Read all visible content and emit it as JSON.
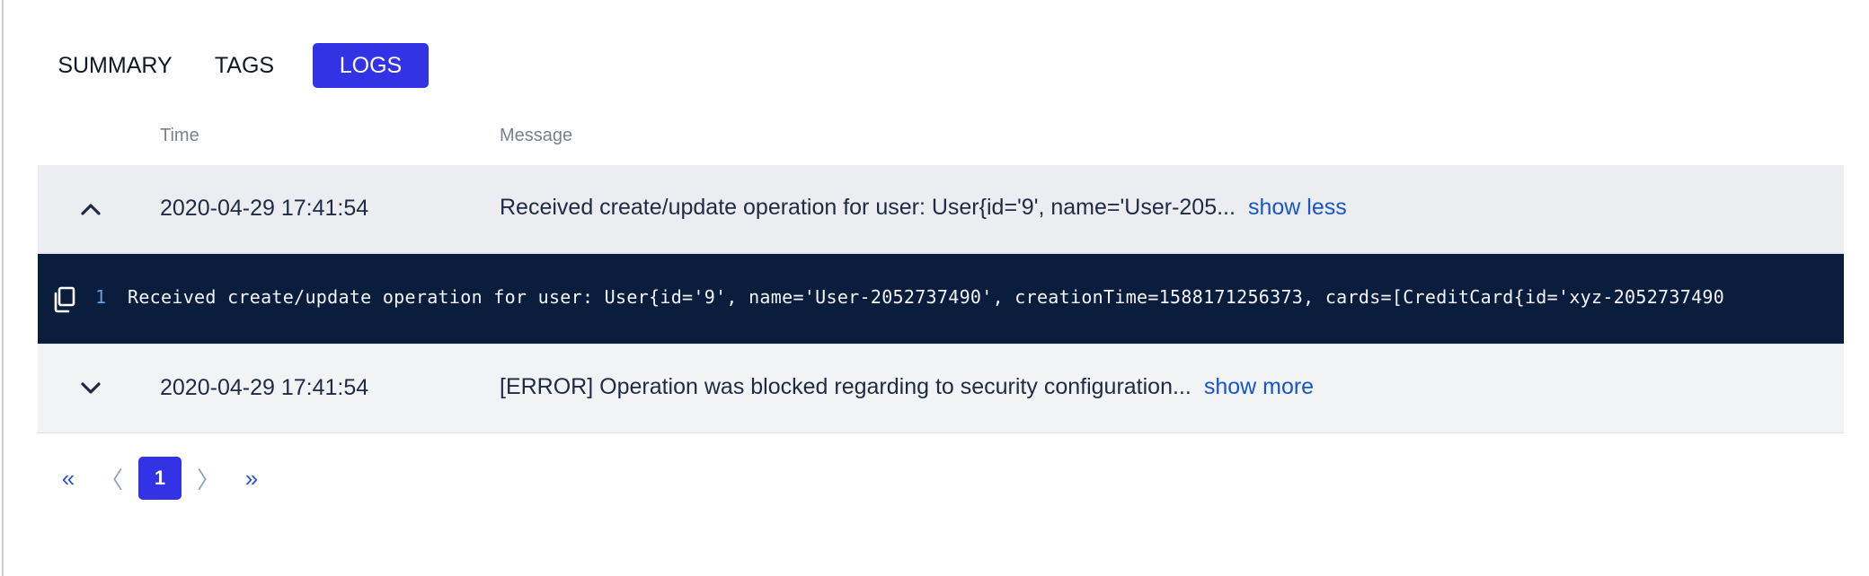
{
  "tabs": [
    {
      "label": "SUMMARY",
      "active": false
    },
    {
      "label": "TAGS",
      "active": false
    },
    {
      "label": "LOGS",
      "active": true
    }
  ],
  "table": {
    "columns": {
      "time": "Time",
      "message": "Message"
    },
    "rows": [
      {
        "time": "2020-04-29 17:41:54",
        "message": "Received create/update operation for user: User{id='9', name='User-205...",
        "toggle": "show less",
        "expanded": true,
        "chevron": "chevron-up-icon",
        "detail": {
          "line_number": "1",
          "text": "Received create/update operation for user: User{id='9', name='User-2052737490', creationTime=1588171256373, cards=[CreditCard{id='xyz-2052737490"
        }
      },
      {
        "time": "2020-04-29 17:41:54",
        "message": "[ERROR] Operation was blocked regarding to security configuration...",
        "toggle": "show more",
        "expanded": false,
        "chevron": "chevron-down-icon"
      }
    ]
  },
  "pagination": {
    "first": "«",
    "prev": "〈",
    "current": "1",
    "next": "〉",
    "last": "»"
  },
  "colors": {
    "accent": "#3333e6",
    "link": "#1756c9",
    "code_bg": "#0b1d3d",
    "row_bg": "#ecedf1"
  }
}
